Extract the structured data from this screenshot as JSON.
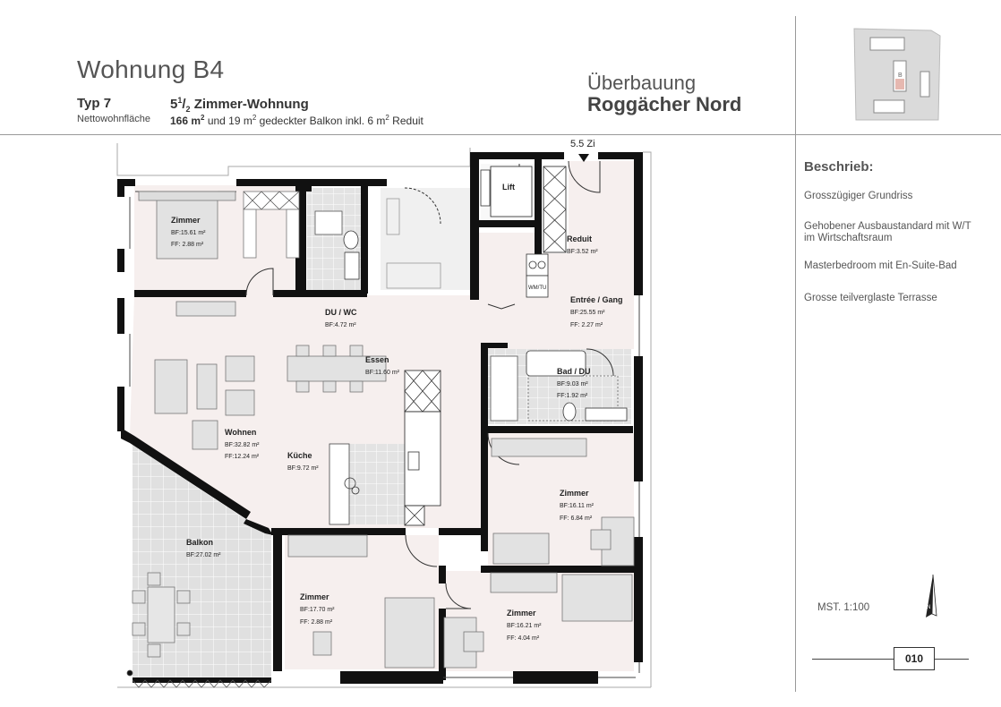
{
  "header": {
    "title": "Wohnung B4",
    "type": "Typ 7",
    "area_label": "Nettowohnfläche",
    "rooms_int": "5",
    "rooms_sup": "1",
    "rooms_sub": "2",
    "rooms_text": " Zimmer-Wohnung",
    "area_main": "166 m",
    "area_sup": "2",
    "area_rest": " und 19 m",
    "area_sup2": "2",
    "area_rest2": " gedeckter Balkon inkl. 6 m",
    "area_sup3": "2",
    "area_rest3": " Reduit",
    "project_line1": "Überbauung",
    "project_line2": "Roggächer Nord"
  },
  "side": {
    "heading": "Beschrieb:",
    "features": [
      "Grosszügiger Grundriss",
      "Gehobener Ausbaustandard mit W/T im Wirtschaftsraum",
      "Masterbedroom mit En-Suite-Bad",
      "Grosse teilverglaste Terrasse"
    ],
    "scale": "MST. 1:100",
    "page_number": "010",
    "keyplan_marker": "B"
  },
  "plan": {
    "entrance_label": "5.5 Zi",
    "rooms": [
      {
        "name": "Zimmer",
        "bf": "BF:15.61 m²",
        "ff": "FF:  2.88 m²"
      },
      {
        "name": "DU / WC",
        "bf": "BF:4.72 m²",
        "ff": ""
      },
      {
        "name": "Lift",
        "bf": "",
        "ff": ""
      },
      {
        "name": "Reduit",
        "bf": "BF:3.52 m²",
        "ff": ""
      },
      {
        "name": "Entrée / Gang",
        "bf": "BF:25.55 m²",
        "ff": "FF:  2.27 m²"
      },
      {
        "name": "Essen",
        "bf": "BF:11.60 m²",
        "ff": ""
      },
      {
        "name": "Bad / DU",
        "bf": "BF:9.03 m²",
        "ff": "FF:1.92 m²"
      },
      {
        "name": "Wohnen",
        "bf": "BF:32.82 m²",
        "ff": "FF:12.24 m²"
      },
      {
        "name": "Küche",
        "bf": "BF:9.72 m²",
        "ff": ""
      },
      {
        "name": "Zimmer",
        "bf": "BF:16.11 m²",
        "ff": "FF:  6.84 m²"
      },
      {
        "name": "Balkon",
        "bf": "BF:27.02 m²",
        "ff": ""
      },
      {
        "name": "Zimmer",
        "bf": "BF:17.70 m²",
        "ff": "FF:  2.88 m²"
      },
      {
        "name": "Zimmer",
        "bf": "BF:16.21 m²",
        "ff": "FF:  4.04 m²"
      }
    ],
    "wm_label": "WM/TU",
    "compass_label": "N"
  }
}
